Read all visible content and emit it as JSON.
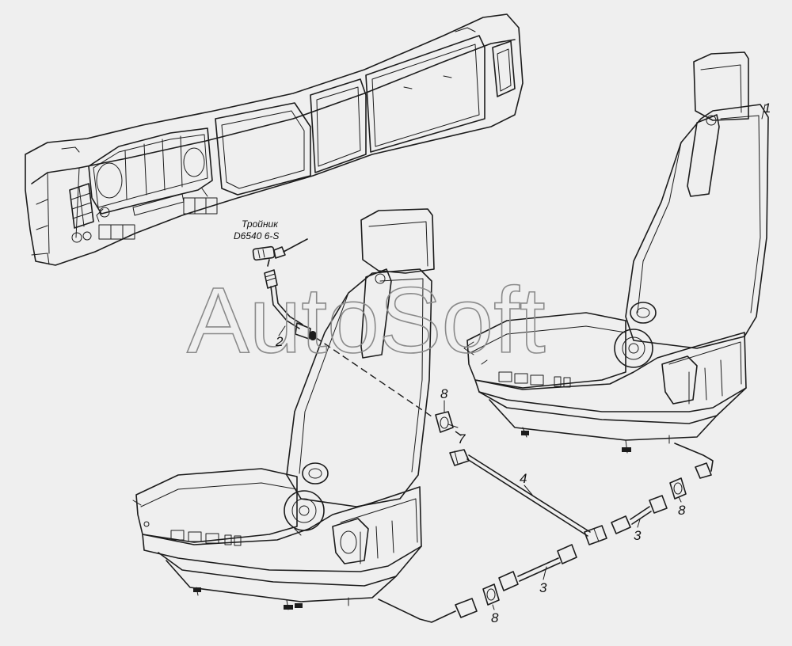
{
  "watermark": "AutoSoft",
  "tee_label": {
    "line1": "Тройник",
    "line2": "D6540 6-S"
  },
  "callouts": {
    "c1": "1",
    "c2": "2",
    "c3a": "3",
    "c3b": "3",
    "c4": "4",
    "c7": "7",
    "c8a": "8",
    "c8b": "8",
    "c8c": "8"
  },
  "colors": {
    "background": "#efefef",
    "line": "#1c1c1c",
    "watermark": "#8a8a8a"
  }
}
